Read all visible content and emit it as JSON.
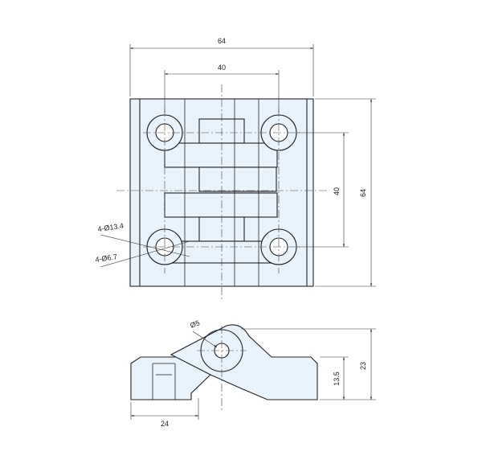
{
  "dimensions": {
    "top_width_outer": "64",
    "top_width_inner": "40",
    "right_height_outer": "64",
    "right_height_inner": "40",
    "hole_counterbore": "4-Ø13.4",
    "hole_through": "4-Ø6.7",
    "pin_diameter": "Ø5",
    "side_height_total": "23",
    "side_height_base": "13.5",
    "side_bottom_width": "24"
  },
  "colors": {
    "part_fill": "#e9f3fb",
    "line": "#222222"
  }
}
